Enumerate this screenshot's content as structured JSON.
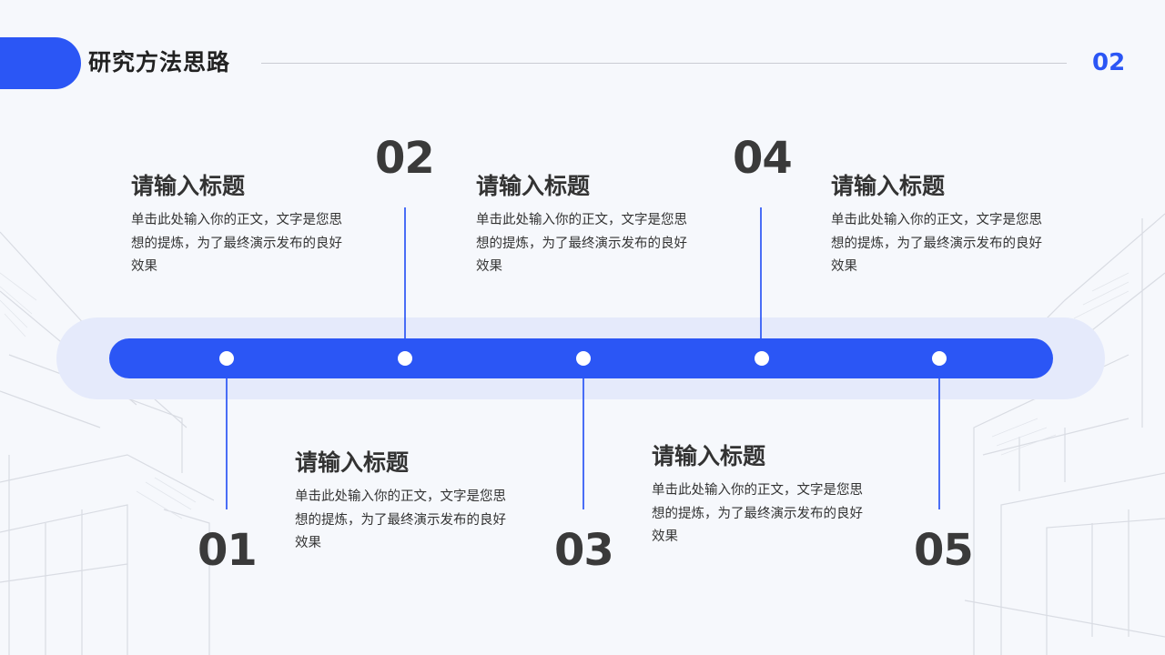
{
  "header": {
    "title": "研究方法思路",
    "page_number": "02"
  },
  "colors": {
    "accent": "#2b56f5",
    "track_bg": "#e5eafb",
    "text": "#333333"
  },
  "steps": [
    {
      "number": "01",
      "title": "请输入标题",
      "text": "单击此处输入你的正文，文字是您思想的提炼，为了最终演示发布的良好效果"
    },
    {
      "number": "02",
      "title": "请输入标题",
      "text": "单击此处输入你的正文，文字是您思想的提炼，为了最终演示发布的良好效果"
    },
    {
      "number": "03",
      "title": "请输入标题",
      "text": "单击此处输入你的正文，文字是您思想的提炼，为了最终演示发布的良好效果"
    },
    {
      "number": "04",
      "title": "请输入标题",
      "text": "单击此处输入你的正文，文字是您思想的提炼，为了最终演示发布的良好效果"
    },
    {
      "number": "05",
      "title": "请输入标题",
      "text": "单击此处输入你的正文，文字是您思想的提炼，为了最终演示发布的良好效果"
    }
  ]
}
